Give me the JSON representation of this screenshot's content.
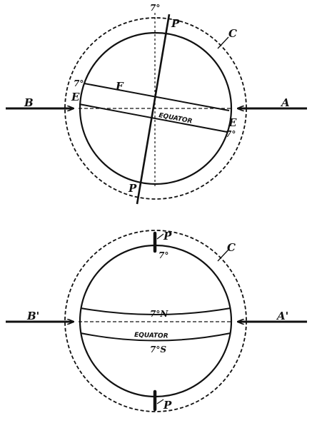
{
  "figure_top": {
    "arrow_left_label": "B",
    "arrow_right_label": "A",
    "outer_circle_label": "C",
    "pole_top_label": "P",
    "pole_bottom_label": "P",
    "band_label": "F",
    "equator_left_label": "E",
    "equator_right_label": "E",
    "degree_top": "7°",
    "degree_left": "7°",
    "degree_right": "7°",
    "equator_text": "EQUATOR"
  },
  "figure_bottom": {
    "arrow_left_label": "B'",
    "arrow_right_label": "A'",
    "outer_circle_label": "C",
    "pole_top_label": "P",
    "pole_bottom_label": "P",
    "degree_pole": "7°",
    "north_band_label": "7°N",
    "south_band_label": "7°S",
    "equator_text": "EQUATOR"
  }
}
